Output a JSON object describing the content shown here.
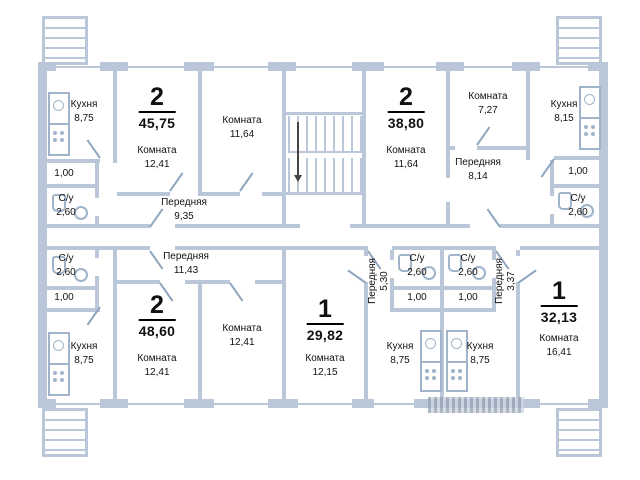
{
  "plan_title": "floor-plan",
  "apartments": [
    {
      "id": "top-left",
      "type": "2",
      "total": "45,75",
      "rooms": [
        {
          "label": "Комната",
          "area": "12,41"
        },
        {
          "label": "Кухня",
          "area": "8,75"
        },
        {
          "label": "Комната",
          "area": "11,64"
        },
        {
          "label": "Передняя",
          "area": "9,35"
        },
        {
          "label": "С/у",
          "area": "2,60"
        },
        {
          "label": "",
          "area": "1,00"
        }
      ]
    },
    {
      "id": "top-right",
      "type": "2",
      "total": "38,80",
      "rooms": [
        {
          "label": "Комната",
          "area": "11,64"
        },
        {
          "label": "Комната",
          "area": "7,27"
        },
        {
          "label": "Кухня",
          "area": "8,15"
        },
        {
          "label": "Передняя",
          "area": "8,14"
        },
        {
          "label": "С/у",
          "area": "2,60"
        },
        {
          "label": "",
          "area": "1,00"
        }
      ]
    },
    {
      "id": "bottom-left",
      "type": "2",
      "total": "48,60",
      "rooms": [
        {
          "label": "Комната",
          "area": "12,41"
        },
        {
          "label": "Комната",
          "area": "12,41"
        },
        {
          "label": "Кухня",
          "area": "8,75"
        },
        {
          "label": "Передняя",
          "area": "11,43"
        },
        {
          "label": "С/у",
          "area": "2,60"
        },
        {
          "label": "",
          "area": "1,00"
        }
      ]
    },
    {
      "id": "bottom-middle",
      "type": "1",
      "total": "29,82",
      "rooms": [
        {
          "label": "Комната",
          "area": "12,15"
        },
        {
          "label": "Кухня",
          "area": "8,75"
        },
        {
          "label": "Передняя",
          "area": "5,30"
        },
        {
          "label": "С/у",
          "area": "2,60"
        },
        {
          "label": "",
          "area": "1,00"
        }
      ]
    },
    {
      "id": "bottom-right",
      "type": "1",
      "total": "32,13",
      "rooms": [
        {
          "label": "Комната",
          "area": "16,41"
        },
        {
          "label": "Кухня",
          "area": "8,75"
        },
        {
          "label": "Передняя",
          "area": "3,37"
        },
        {
          "label": "С/у",
          "area": "2,60"
        },
        {
          "label": "",
          "area": "1,00"
        }
      ]
    }
  ]
}
